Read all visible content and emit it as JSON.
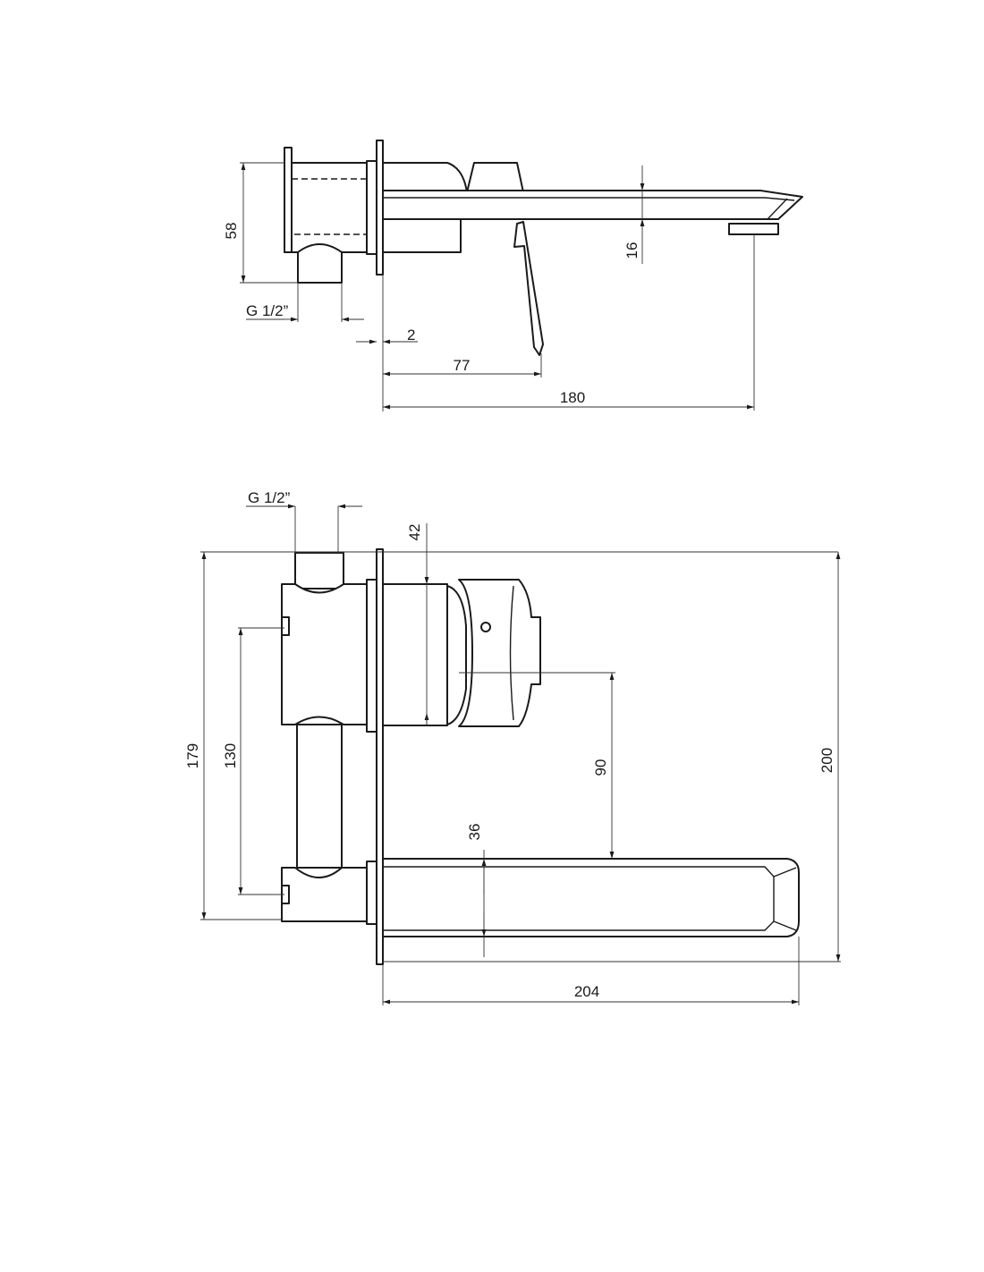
{
  "side_view": {
    "dim_height": "58",
    "dim_thread": "G 1/2”",
    "dim_plate": "2",
    "dim_lever": "77",
    "dim_spout_reach": "180",
    "dim_spout_height": "16"
  },
  "front_view": {
    "dim_thread": "G 1/2”",
    "dim_handle": "42",
    "dim_total_body": "179",
    "dim_inlet_spacing": "130",
    "dim_plate_height": "200",
    "dim_handle_to_spout": "90",
    "dim_spout_height": "36",
    "dim_spout_length": "204"
  },
  "colors": {
    "line": "#1a1a1a",
    "background": "#ffffff"
  }
}
